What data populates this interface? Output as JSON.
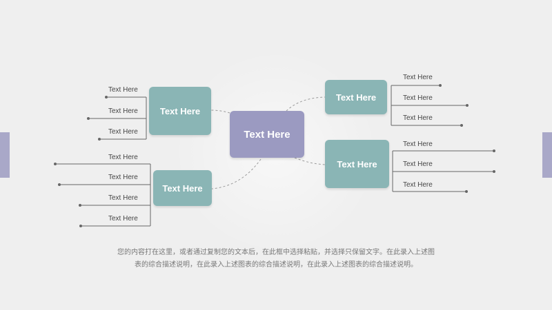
{
  "colors": {
    "background": "#efefef",
    "center_node": "#9b9ac1",
    "branch_node": "#8ab5b5",
    "side_tab": "#a9a8c8",
    "line": "#666666"
  },
  "diagram": {
    "center": {
      "label": "Text Here"
    },
    "branches": [
      {
        "label": "Text Here",
        "leaves": [
          "Text Here",
          "Text Here",
          "Text Here"
        ]
      },
      {
        "label": "Text Here",
        "leaves": [
          "Text Here",
          "Text Here",
          "Text Here",
          "Text Here"
        ]
      },
      {
        "label": "Text Here",
        "leaves": [
          "Text Here",
          "Text Here",
          "Text Here"
        ]
      },
      {
        "label": "Text Here",
        "leaves": [
          "Text Here",
          "Text Here",
          "Text Here"
        ]
      }
    ]
  },
  "caption": "您的内容打在这里，或者通过复制您的文本后，在此框中选择粘贴，并选择只保留文字。在此录入上述图表的综合描述说明，在此录入上述图表的综合描述说明，在此录入上述图表的综合描述说明。"
}
